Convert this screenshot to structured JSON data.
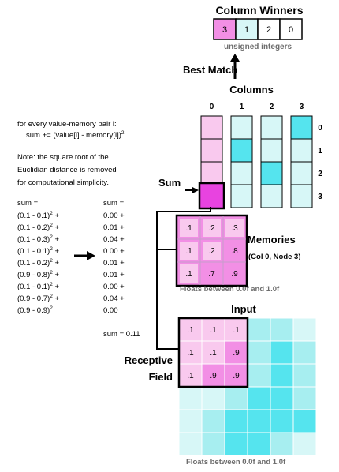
{
  "column_winners": {
    "title": "Column Winners",
    "values": [
      "3",
      "1",
      "2",
      "0"
    ],
    "caption": "unsigned integers"
  },
  "best_match_label": "Best Match",
  "columns": {
    "title": "Columns",
    "col_labels": [
      "0",
      "1",
      "2",
      "3"
    ],
    "row_labels": [
      "0",
      "1",
      "2",
      "3"
    ],
    "highlight_rows": [
      null,
      1,
      2,
      0
    ]
  },
  "notes": {
    "line1": "for every value-memory pair i:",
    "line2": "sum += (value[i] - memory[i])",
    "line2_sup": "2",
    "note1": "Note: the square root of the",
    "note2": "Euclidian distance is removed",
    "note3": "for computational simplicity."
  },
  "calc": {
    "left_header": "sum =",
    "right_header": "sum =",
    "terms": [
      {
        "expr": "(0.1 - 0.1)",
        "value": "0.00 +"
      },
      {
        "expr": "(0.1 - 0.2)",
        "value": "0.01 +"
      },
      {
        "expr": "(0.1 - 0.3)",
        "value": "0.04 +"
      },
      {
        "expr": "(0.1 - 0.1)",
        "value": "0.00 +"
      },
      {
        "expr": "(0.1 - 0.2)",
        "value": "0.01 +"
      },
      {
        "expr": "(0.9 - 0.8)",
        "value": "0.01 +"
      },
      {
        "expr": "(0.1 - 0.1)",
        "value": "0.00 +"
      },
      {
        "expr": "(0.9 - 0.7)",
        "value": "0.04 +"
      },
      {
        "expr": "(0.9 - 0.9)",
        "value": "0.00"
      }
    ],
    "plus": " +",
    "sup": "2",
    "result": "sum = 0.11"
  },
  "sum_label": "Sum",
  "memories": {
    "title": "Memories",
    "subtitle": "(Col 0, Node 3)",
    "values": [
      [
        ".1",
        ".2",
        ".3"
      ],
      [
        ".1",
        ".2",
        ".8"
      ],
      [
        ".1",
        ".7",
        ".9"
      ]
    ],
    "caption": "Floats between 0.0f and 1.0f"
  },
  "input": {
    "title": "Input",
    "field_values": [
      [
        ".1",
        ".1",
        ".1"
      ],
      [
        ".1",
        ".1",
        ".9"
      ],
      [
        ".1",
        ".9",
        ".9"
      ]
    ],
    "caption": "Floats between 0.0f and 1.0f"
  },
  "receptive_field_label_1": "Receptive",
  "receptive_field_label_2": "Field",
  "colors": {
    "pink": "#f9c9ee",
    "pink_dark": "#f28fe5",
    "magenta": "#e843e0",
    "cyan_light": "#d7f7f7",
    "cyan_mid": "#a7eef0",
    "cyan": "#55e4ee"
  }
}
